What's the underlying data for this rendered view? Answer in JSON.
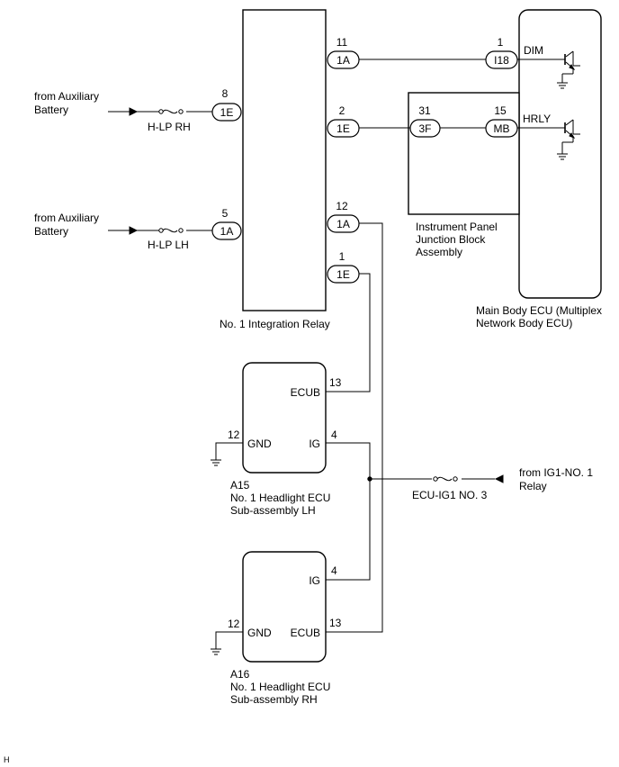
{
  "components": {
    "integration_relay": "No. 1 Integration Relay",
    "body_ecu_l1": "Main Body ECU (Multiplex",
    "body_ecu_l2": "Network Body ECU)",
    "ipjb_l1": "Instrument Panel",
    "ipjb_l2": "Junction Block",
    "ipjb_l3": "Assembly",
    "headlight_lh_code": "A15",
    "headlight_lh_l1": "No. 1 Headlight ECU",
    "headlight_lh_l2": "Sub-assembly LH",
    "headlight_rh_code": "A16",
    "headlight_rh_l1": "No. 1 Headlight ECU",
    "headlight_rh_l2": "Sub-assembly RH"
  },
  "sources": {
    "aux1_l1": "from Auxiliary",
    "aux1_l2": "Battery",
    "aux2_l1": "from Auxiliary",
    "aux2_l2": "Battery",
    "ig1_l1": "from IG1-NO. 1",
    "ig1_l2": "Relay"
  },
  "fuses": {
    "hlp_rh": "H-LP RH",
    "hlp_lh": "H-LP LH",
    "ecu_ig1": "ECU-IG1 NO. 3"
  },
  "connectors": {
    "c_1e_in": "1E",
    "c_1a_in": "1A",
    "c_1a_top": "1A",
    "c_i18": "I18",
    "c_1e_mid": "1E",
    "c_3f": "3F",
    "c_mb": "MB",
    "c_1a_12": "1A",
    "c_1e_1": "1E"
  },
  "pins": {
    "p8": "8",
    "p5": "5",
    "p11": "11",
    "p1_dim": "1",
    "p2": "2",
    "p31": "31",
    "p15": "15",
    "p12_relay": "12",
    "p1_relay": "1",
    "p13_lh": "13",
    "p12_lh": "12",
    "p4_lh": "4",
    "p4_rh": "4",
    "p12_rh": "12",
    "p13_rh": "13"
  },
  "terminals": {
    "dim": "DIM",
    "hrly": "HRLY",
    "ecub_lh": "ECUB",
    "gnd_lh": "GND",
    "ig_lh": "IG",
    "ig_rh": "IG",
    "gnd_rh": "GND",
    "ecub_rh": "ECUB"
  },
  "footer": {
    "code": "H"
  }
}
